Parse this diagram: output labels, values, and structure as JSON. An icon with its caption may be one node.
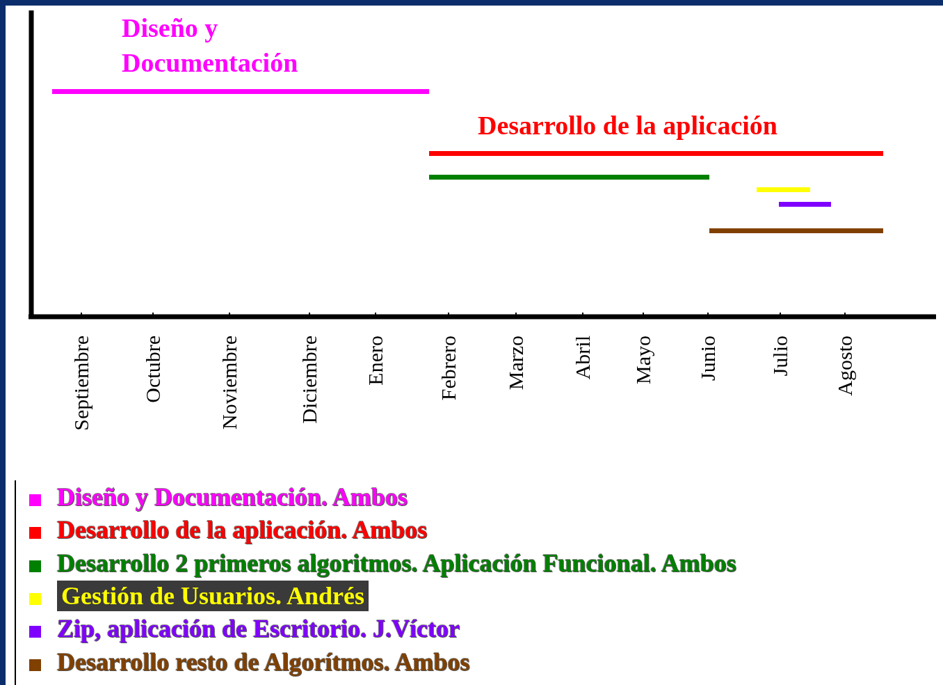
{
  "diagram": {
    "nodes": [
      {
        "text": [
          "Diseño y Documentación"
        ]
      },
      {
        "text": [
          "Desarrollo de la aplicación"
        ]
      },
      {
        "text": [],
        "shape": "bar"
      },
      {
        "text": [],
        "shape": "bar"
      },
      {
        "text": [],
        "shape": "bar"
      },
      {
        "text": [],
        "shape": "bar"
      }
    ],
    "labels": [
      "Septiembre",
      "Octubre",
      "Noviembre",
      "Diciembre",
      "Enero",
      "Febrero",
      "Marzo",
      "Abril",
      "Mayo",
      "Junio",
      "Julio",
      "Agosto"
    ],
    "legend": [
      {
        "text": "Diseño y Documentación. Ambos",
        "color": "#ff00ff"
      },
      {
        "text": "Desarrollo de la aplicación. Ambos",
        "color": "#ff0000"
      },
      {
        "text": "Desarrollo 2 primeros algoritmos. Aplicación Funcional. Ambos",
        "color": "#008000"
      },
      {
        "text": "Gestión de Usuarios. Andrés",
        "color": "#ffff00"
      },
      {
        "text": "Zip, aplicación de Escritorio. J.Víctor",
        "color": "#8000ff"
      },
      {
        "text": "Desarrollo resto de Algorítmos. Ambos",
        "color": "#804000"
      }
    ]
  }
}
